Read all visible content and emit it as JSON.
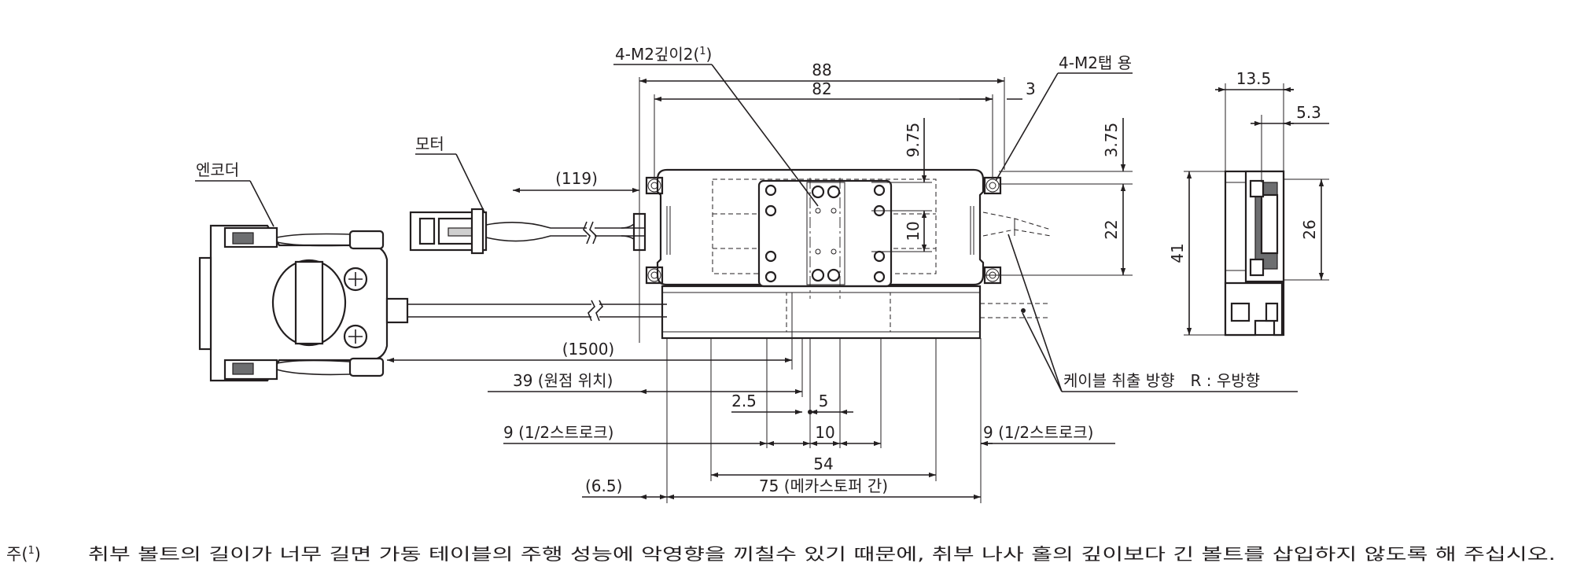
{
  "labels": {
    "tap_depth": "4-M2깊이2(",
    "tap_depth_sup": "1",
    "tap_depth_end": ")",
    "tap": "4-M2탭 용",
    "motor": "모터",
    "encoder": "엔코더",
    "cable_dir": "케이블 취출 방향　R : 우방향"
  },
  "dimensions": {
    "d88": "88",
    "d82": "82",
    "d3": "3",
    "d119": "(119)",
    "d975": "9.75",
    "d375": "3.75",
    "d10v": "10",
    "d22": "22",
    "d41": "41",
    "d26": "26",
    "d135": "13.5",
    "d53": "5.3",
    "d1500": "(1500)",
    "d39": "39 (원점 위치)",
    "d25": "2.5",
    "d5": "5",
    "d9_left": "9 (1/2스트로크)",
    "d9_right": "9 (1/2스트로크)",
    "d10h": "10",
    "d54": "54",
    "d65": "(6.5)",
    "d75": "75 (메카스토퍼 간)"
  },
  "note": {
    "prefix": "주(",
    "sup": "1",
    "close": ")",
    "text": "취부 볼트의 길이가 너무 길면 가동 테이블의 주행 성능에 악영향을 끼칠수 있기 때문에, 취부 나사 홀의 깊이보다 긴 볼트를 삽입하지 않도록 해 주십시오."
  }
}
